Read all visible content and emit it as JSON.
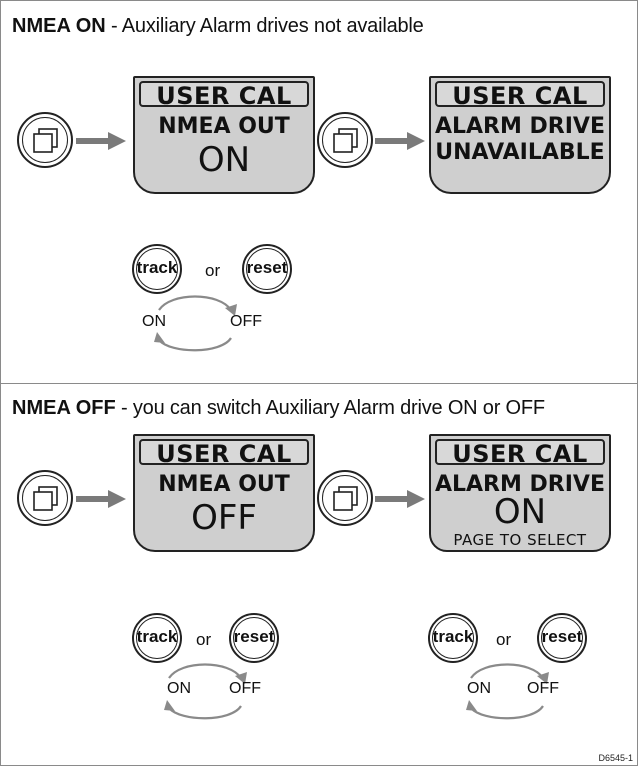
{
  "top": {
    "heading_bold": "NMEA ON",
    "heading_rest": " - Auxiliary Alarm drives not available",
    "screen1": {
      "header": "USER CAL",
      "line1": "NMEA OUT",
      "line2": "ON"
    },
    "screen2": {
      "header": "USER CAL",
      "line1": "ALARM DRIVE",
      "line2": "UNAVAILABLE"
    },
    "toggle": {
      "key1": "track",
      "or": "or",
      "key2": "reset",
      "opt1": "ON",
      "opt2": "OFF"
    }
  },
  "bottom": {
    "heading_bold": "NMEA OFF",
    "heading_rest": " - you can switch Auxiliary Alarm drive ON or OFF",
    "screen1": {
      "header": "USER CAL",
      "line1": "NMEA OUT",
      "line2": "OFF"
    },
    "screen2": {
      "header": "USER CAL",
      "line1": "ALARM DRIVE",
      "line2": "ON",
      "line3": "PAGE TO SELECT"
    },
    "toggle1": {
      "key1": "track",
      "or": "or",
      "key2": "reset",
      "opt1": "ON",
      "opt2": "OFF"
    },
    "toggle2": {
      "key1": "track",
      "or": "or",
      "key2": "reset",
      "opt1": "ON",
      "opt2": "OFF"
    }
  },
  "figure_code": "D6545-1",
  "icons": {
    "page": "page-icon",
    "arrow": "arrow-right-icon",
    "cycle": "cycle-arrows-icon"
  },
  "colors": {
    "lcd_background": "#cfcfcf",
    "arrow": "#7a7a7a",
    "border": "#8a8a8a"
  }
}
